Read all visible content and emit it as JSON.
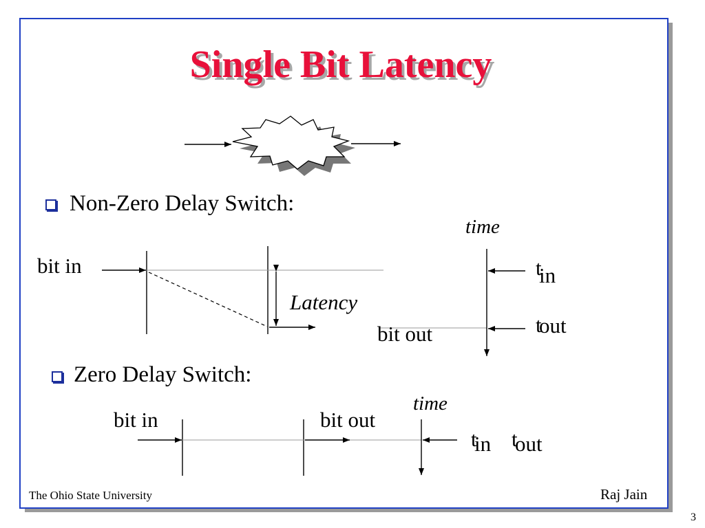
{
  "slide": {
    "title": "Single Bit Latency",
    "footer_left": "The Ohio State University",
    "footer_right": "Raj Jain",
    "page_number": "3"
  },
  "section1": {
    "bullet": "Non-Zero Delay Switch:",
    "bit_in": "bit in",
    "bit_out": "bit out",
    "latency": "Latency",
    "time": "time",
    "t": "t",
    "t_in_sub": "in",
    "t_out_sub": "out"
  },
  "section2": {
    "bullet": "Zero Delay Switch:",
    "bit_in": "bit in",
    "bit_out": "bit out",
    "time": "time",
    "t": "t",
    "t_in_sub": "in",
    "t_out_sub": "out"
  },
  "colors": {
    "title": "#e8103a",
    "frame": "#1f3fc4",
    "bullet": "#1c2f9c"
  },
  "icons": {
    "switch": "starburst-switch-icon",
    "bullet": "square-bullet-icon"
  }
}
